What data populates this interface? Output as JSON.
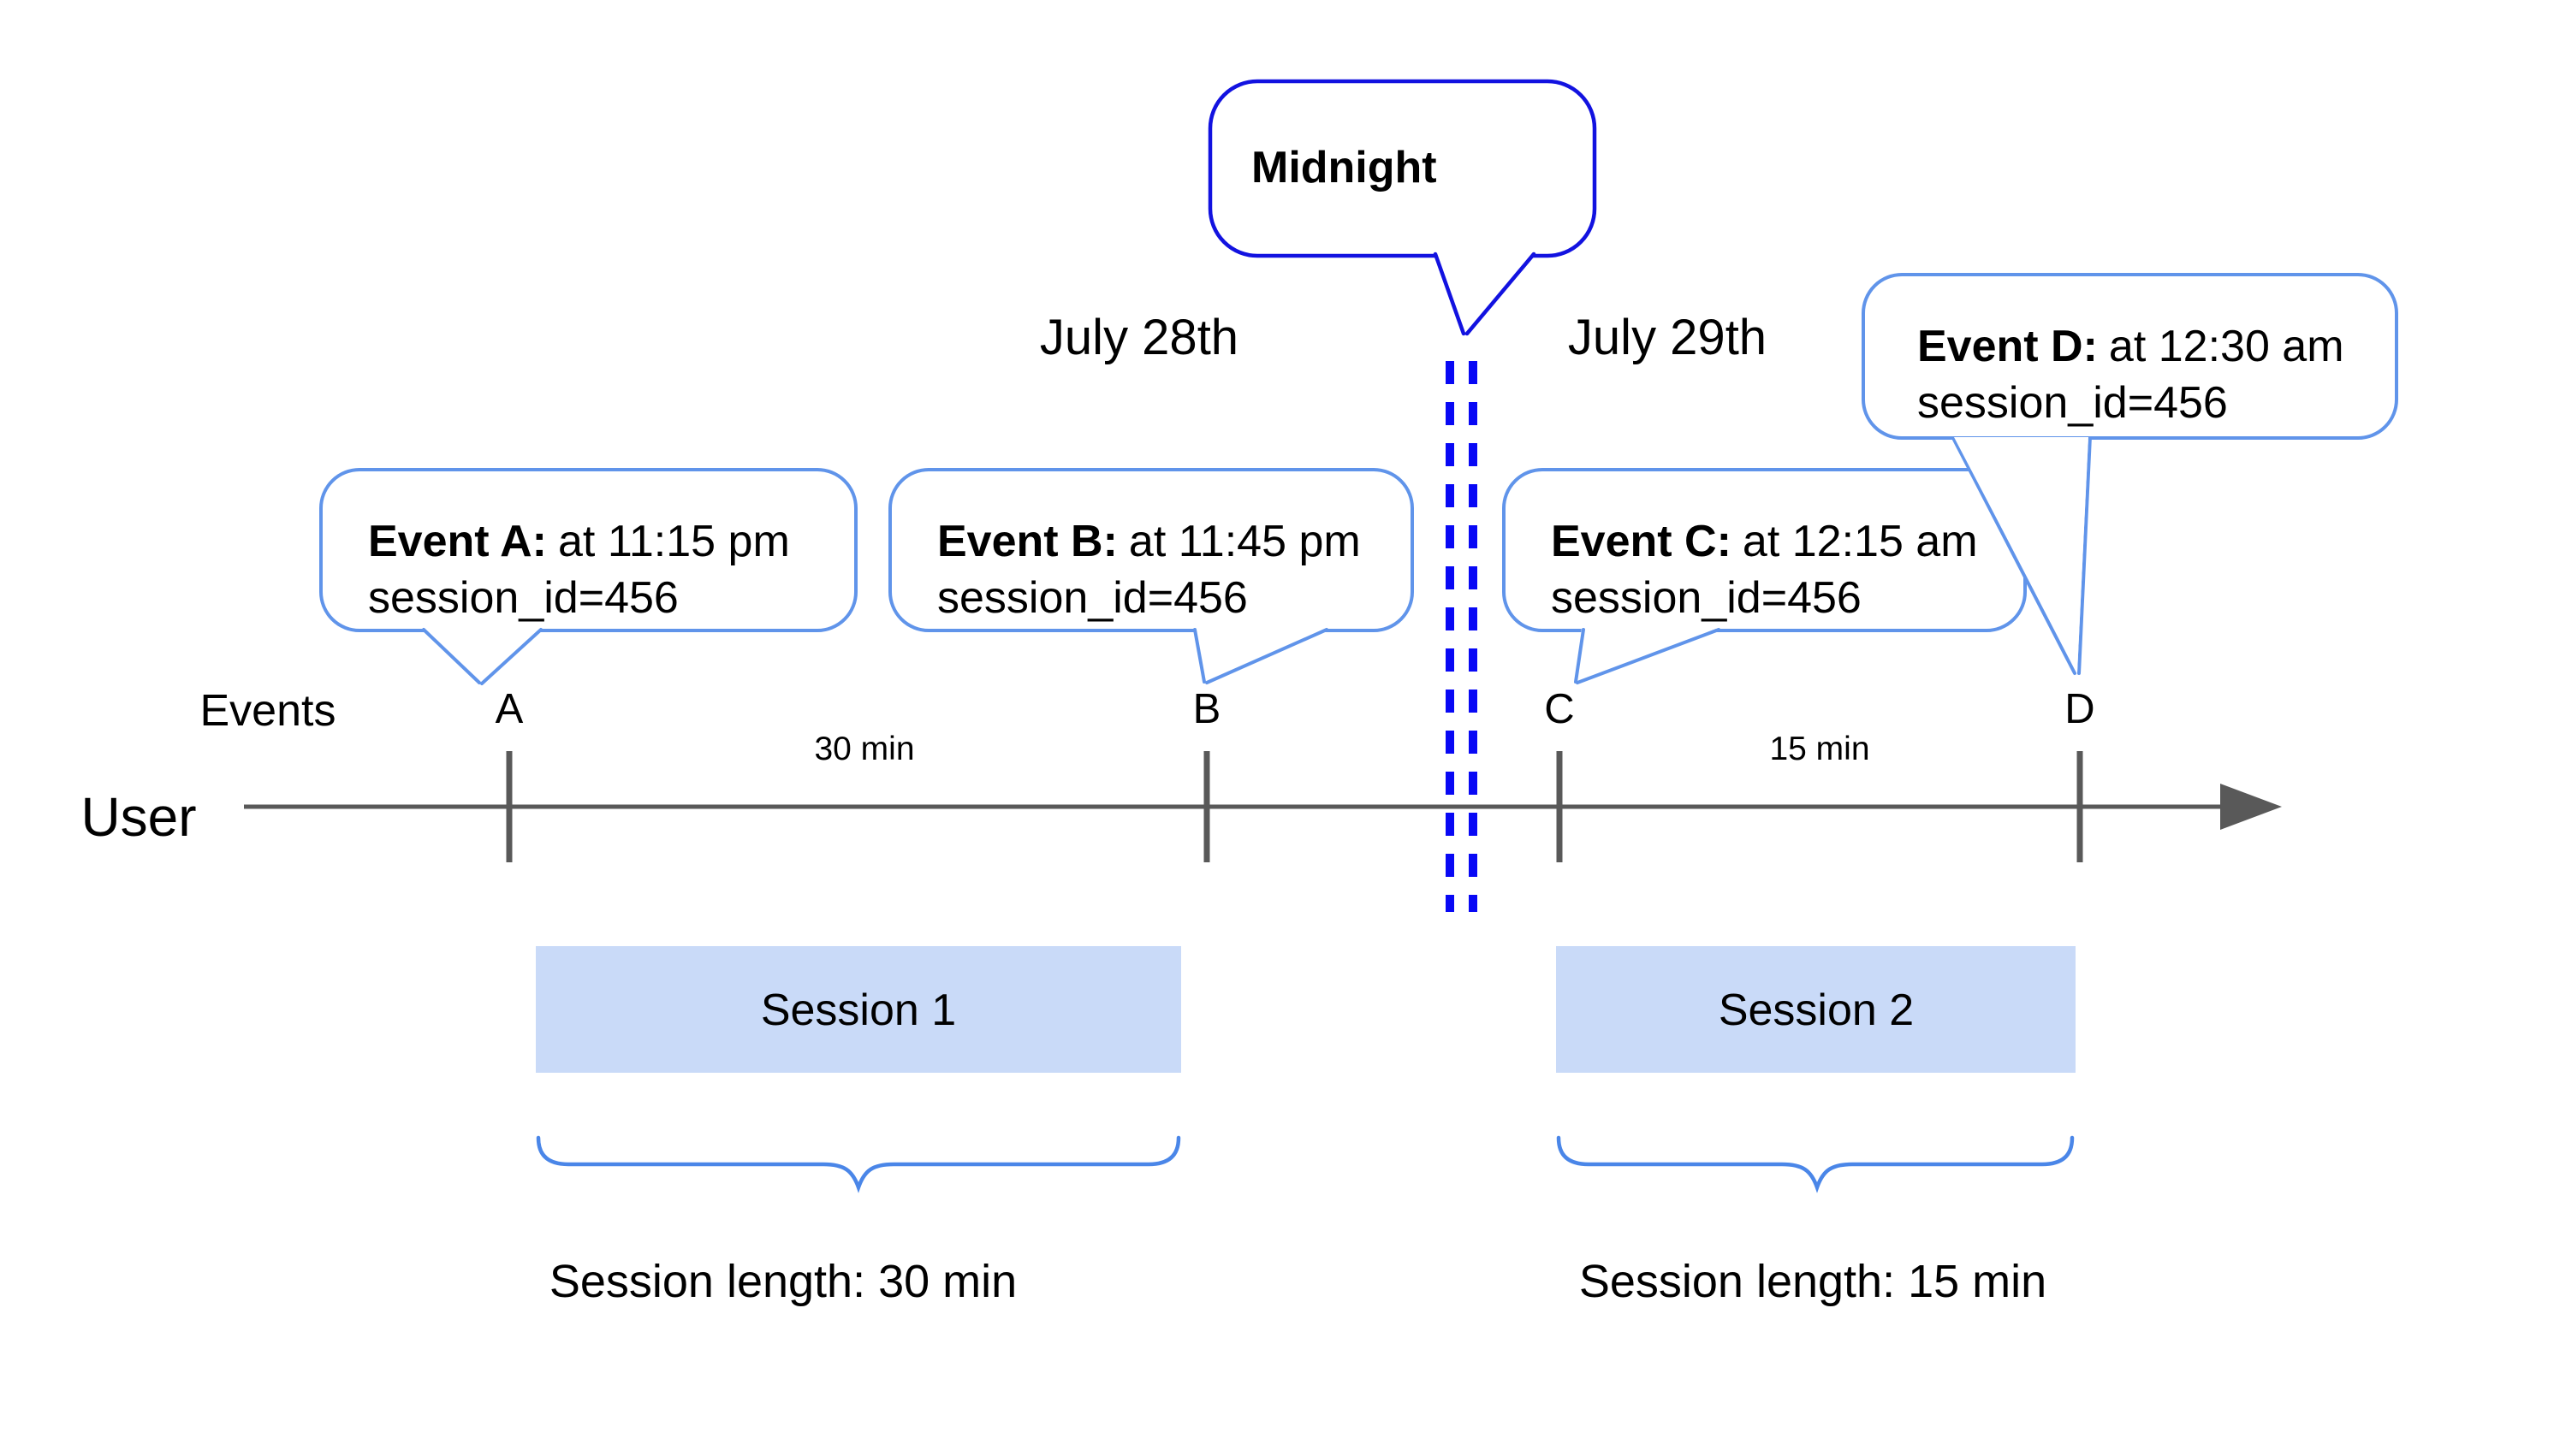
{
  "colors": {
    "background": "#ffffff",
    "timeline_gray": "#595959",
    "midnight_border_blue": "#1212e0",
    "midnight_divider_blue": "#0808f5",
    "event_callout_border_blue": "#6094ea",
    "session_fill_blue": "#c9daf8",
    "brace_blue": "#4a86e8",
    "text_black": "#000000"
  },
  "dates": {
    "left": "July 28th",
    "right": "July 29th"
  },
  "midnight_callout": {
    "label": "Midnight"
  },
  "axis": {
    "events_label": "Events",
    "user_label": "User",
    "ticks": [
      "A",
      "B",
      "C",
      "D"
    ],
    "intervals": [
      {
        "label": "30 min"
      },
      {
        "label": "15 min"
      }
    ]
  },
  "event_callouts": [
    {
      "prefix": "Event A:",
      "time": "at 11:15 pm",
      "session": "session_id=456"
    },
    {
      "prefix": "Event B:",
      "time": "at 11:45 pm",
      "session": "session_id=456"
    },
    {
      "prefix": "Event C:",
      "time": "at 12:15 am",
      "session": "session_id=456"
    },
    {
      "prefix": "Event D:",
      "time": "at 12:30 am",
      "session": "session_id=456"
    }
  ],
  "sessions": [
    {
      "label": "Session 1",
      "length_label": "Session length: 30 min"
    },
    {
      "label": "Session 2",
      "length_label": "Session length: 15 min"
    }
  ]
}
